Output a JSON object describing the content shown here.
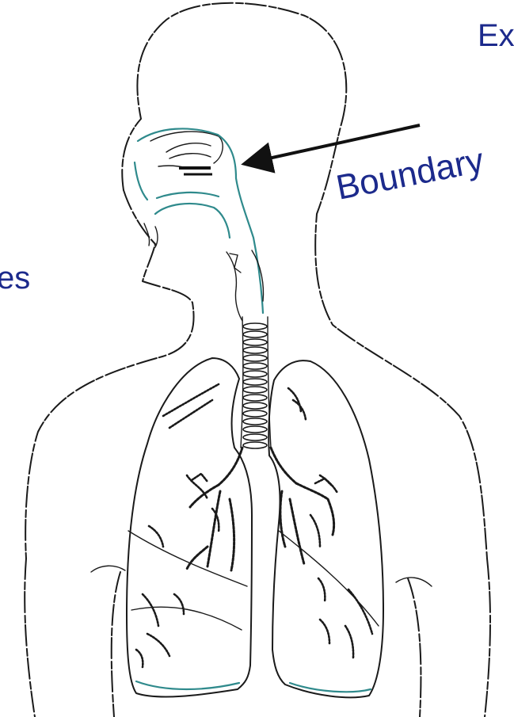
{
  "labels": {
    "top_right_partial": "Ex",
    "boundary": "Boundary",
    "left_partial": "es"
  },
  "colors": {
    "label_text": "#1c2a8c",
    "outline": "#1a1a1a",
    "airway_lining": "#2f8a8c"
  }
}
